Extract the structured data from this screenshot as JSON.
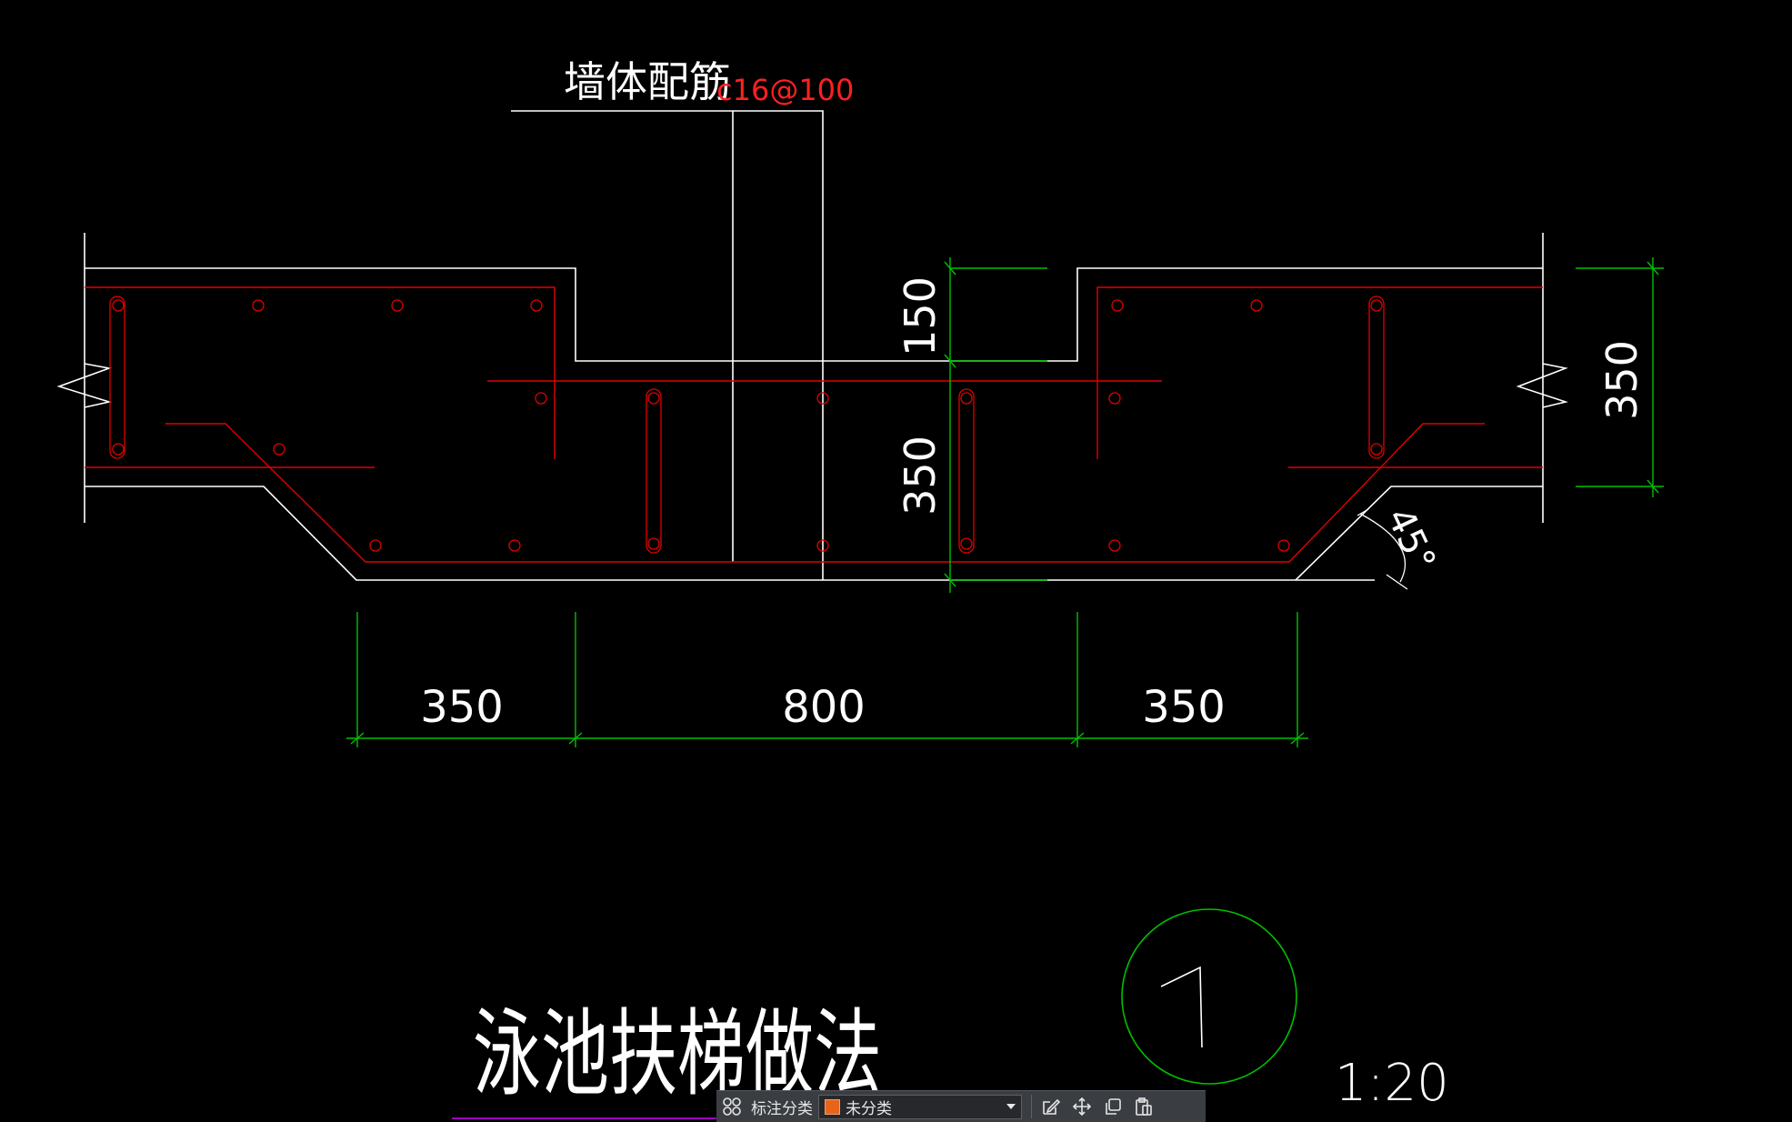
{
  "labels": {
    "wall_reinforcement": "墙体配筋",
    "rebar_spec": "c16@100",
    "drawing_title": "泳池扶梯做法",
    "detail_number": "1",
    "scale": "1:20",
    "angle": "45°"
  },
  "dimensions": {
    "bottom": [
      "350",
      "800",
      "350"
    ],
    "step_rise": "150",
    "step_depth": "350",
    "slab_thickness": "350"
  },
  "toolbar": {
    "category_label": "标注分类",
    "category_value": "未分类",
    "category_color": "#e8641a",
    "icons": [
      "group-icon",
      "edit-icon",
      "move-icon",
      "copy-icon",
      "paste-icon"
    ]
  },
  "colors": {
    "background": "#000000",
    "outline": "#ffffff",
    "rebar": "#e00000",
    "dimension": "#00c000",
    "callout_text": "#ff2020",
    "title_underline": "#a000c0"
  }
}
